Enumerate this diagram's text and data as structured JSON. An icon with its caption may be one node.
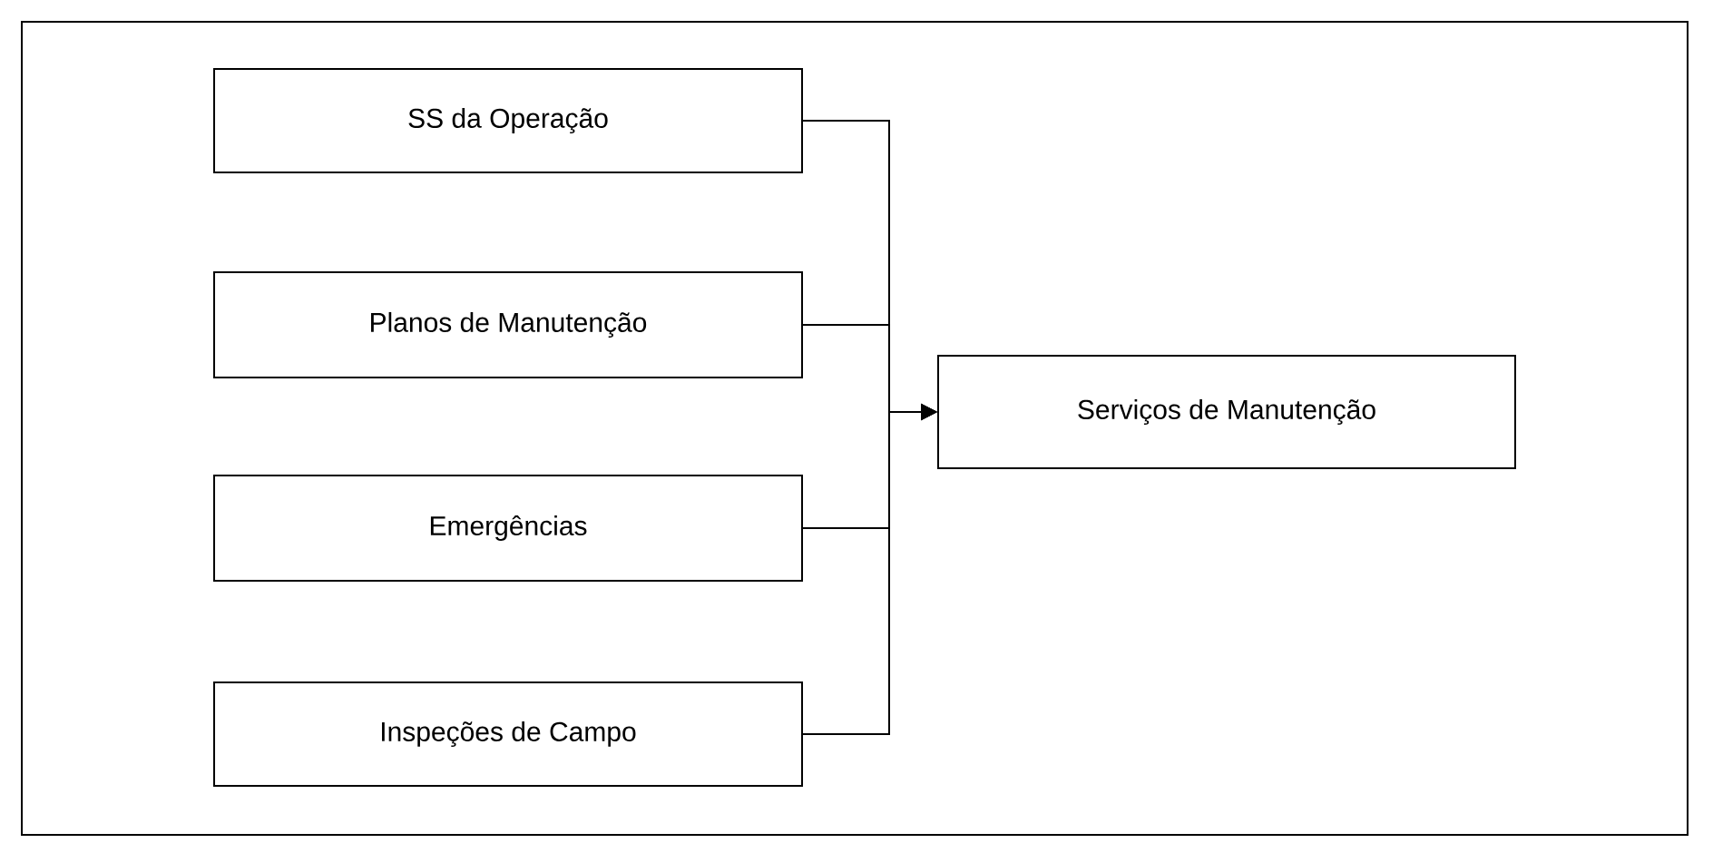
{
  "diagram": {
    "nodes": [
      {
        "text": [
          "SS da Operação"
        ]
      },
      {
        "text": [
          "Planos de Manutenção"
        ]
      },
      {
        "text": [
          "Emergências"
        ]
      },
      {
        "text": [
          "Inspeções de Campo"
        ]
      },
      {
        "text": [
          "Serviços de Manutenção"
        ]
      }
    ],
    "edges": [
      {
        "from": 0,
        "to": 4,
        "arrow": "to"
      },
      {
        "from": 1,
        "to": 4,
        "arrow": "to"
      },
      {
        "from": 2,
        "to": 4,
        "arrow": "to"
      },
      {
        "from": 3,
        "to": 4,
        "arrow": "to"
      }
    ]
  }
}
